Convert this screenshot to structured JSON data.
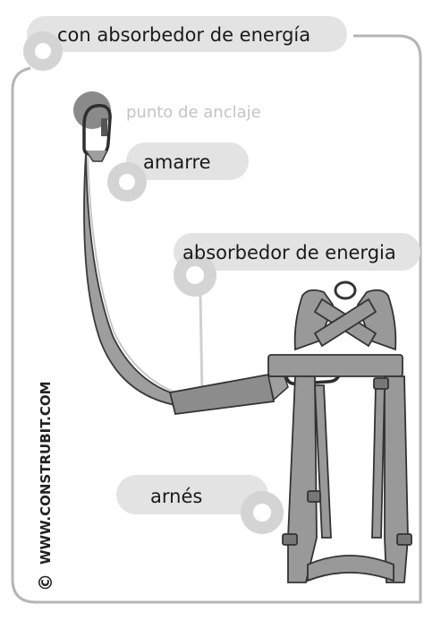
{
  "title": "con absorbedor de energía",
  "labels": {
    "anchor_point": "punto de anclaje",
    "lanyard": "amarre",
    "absorber": "absorbedor de energia",
    "harness": "arnés"
  },
  "credit": {
    "copyright_symbol": "©",
    "site": "WWW.CONSTRUBIT.COM"
  },
  "colors": {
    "frame": "#b5b5b5",
    "label_bubble": "#e3e3e3",
    "label_text": "#1a1a1a",
    "anchor_text": "#c4c4c4",
    "lanyard_fill": "#9e9e9e",
    "harness_fill": "#999999",
    "outline": "#3a3a3a"
  }
}
